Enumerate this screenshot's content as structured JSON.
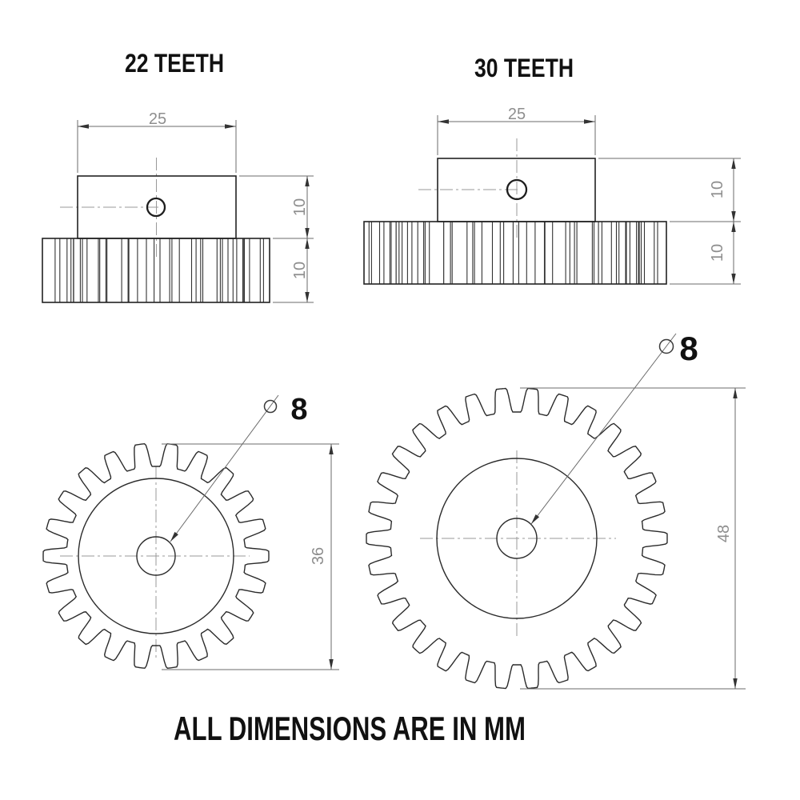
{
  "drawing": {
    "footer_note": "ALL DIMENSIONS ARE IN MM",
    "gears": [
      {
        "title": "22 TEETH",
        "teeth": 22,
        "side_view": {
          "hub_width": "25",
          "hub_height": "10",
          "face_width": "10"
        },
        "front_view": {
          "outer_diameter": "36",
          "diameter_symbol": "⌀",
          "bore_diameter": "8"
        }
      },
      {
        "title": "30 TEETH",
        "teeth": 30,
        "side_view": {
          "hub_width": "25",
          "hub_height": "10",
          "face_width": "10"
        },
        "front_view": {
          "outer_diameter": "48",
          "diameter_symbol": "⌀",
          "bore_diameter": "8"
        }
      }
    ],
    "colors": {
      "background": "#ffffff",
      "object_line": "#222222",
      "dimension_line": "#6b6b6b",
      "dimension_text": "#8e8e8e",
      "centerline": "#9a9a9a",
      "label_text": "#111111"
    }
  }
}
